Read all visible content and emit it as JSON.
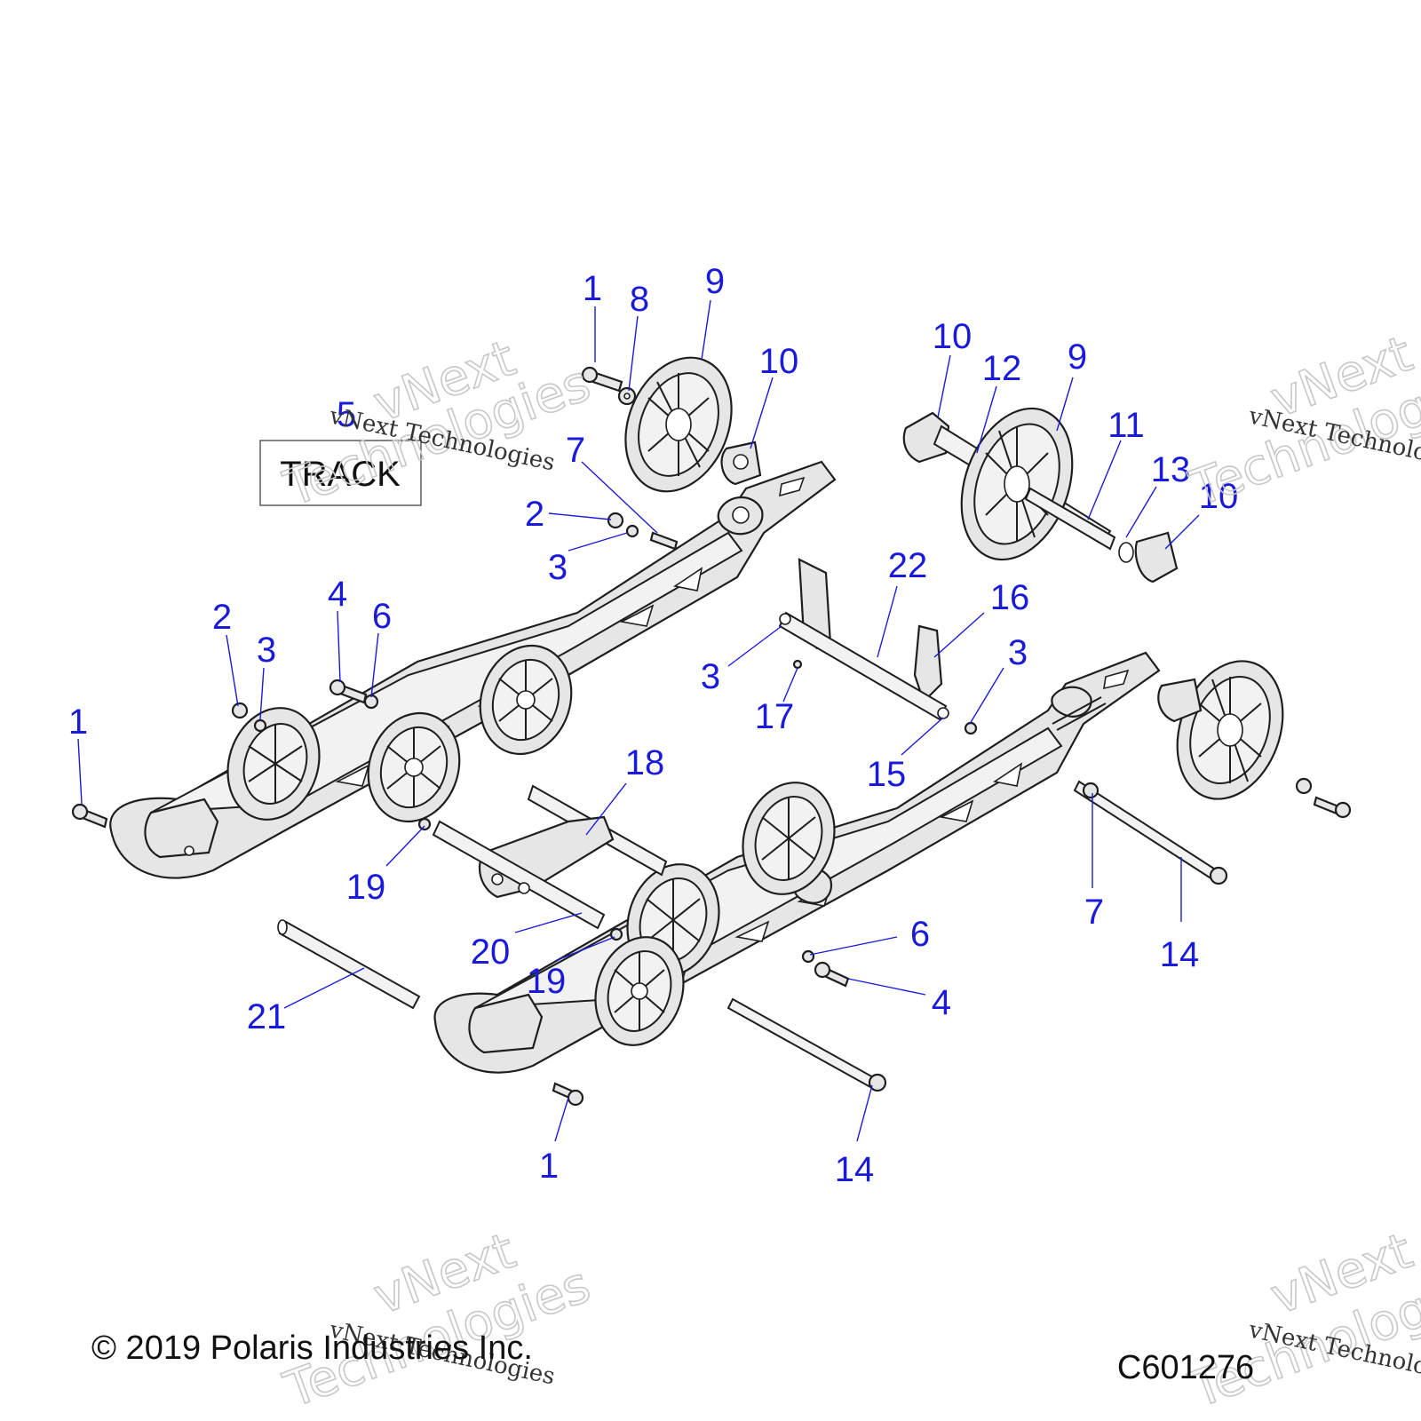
{
  "figure_id": "C601276",
  "copyright": "© 2019 Polaris Industries Inc.",
  "track_box_label": "TRACK",
  "watermark": {
    "line1": "vNext",
    "line2": "Technologies",
    "small": "vNext Technologies"
  },
  "colors": {
    "callout": "#1a1adb",
    "line_art": "#1e1e1e",
    "part_fill": "#e6e6e6"
  },
  "callouts": [
    {
      "id": "c1a",
      "label": "1"
    },
    {
      "id": "c8",
      "label": "8"
    },
    {
      "id": "c9a",
      "label": "9"
    },
    {
      "id": "c10a",
      "label": "10"
    },
    {
      "id": "c5",
      "label": "5"
    },
    {
      "id": "c7a",
      "label": "7"
    },
    {
      "id": "c2a",
      "label": "2"
    },
    {
      "id": "c3a",
      "label": "3"
    },
    {
      "id": "c10b",
      "label": "10"
    },
    {
      "id": "c12",
      "label": "12"
    },
    {
      "id": "c9b",
      "label": "9"
    },
    {
      "id": "c11",
      "label": "11"
    },
    {
      "id": "c13",
      "label": "13"
    },
    {
      "id": "c10c",
      "label": "10"
    },
    {
      "id": "c22",
      "label": "22"
    },
    {
      "id": "c16",
      "label": "16"
    },
    {
      "id": "c3b",
      "label": "3"
    },
    {
      "id": "c3c",
      "label": "3"
    },
    {
      "id": "c17",
      "label": "17"
    },
    {
      "id": "c15",
      "label": "15"
    },
    {
      "id": "c2b",
      "label": "2"
    },
    {
      "id": "c3d",
      "label": "3"
    },
    {
      "id": "c4a",
      "label": "4"
    },
    {
      "id": "c6a",
      "label": "6"
    },
    {
      "id": "c1b",
      "label": "1"
    },
    {
      "id": "c18",
      "label": "18"
    },
    {
      "id": "c19a",
      "label": "19"
    },
    {
      "id": "c20",
      "label": "20"
    },
    {
      "id": "c19b",
      "label": "19"
    },
    {
      "id": "c21",
      "label": "21"
    },
    {
      "id": "c6b",
      "label": "6"
    },
    {
      "id": "c4b",
      "label": "4"
    },
    {
      "id": "c7b",
      "label": "7"
    },
    {
      "id": "c14a",
      "label": "14"
    },
    {
      "id": "c1c",
      "label": "1"
    },
    {
      "id": "c14b",
      "label": "14"
    }
  ]
}
